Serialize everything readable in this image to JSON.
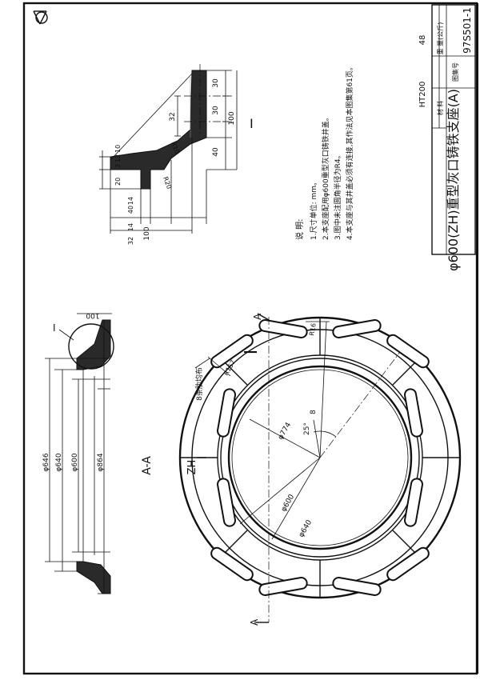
{
  "title_block": {
    "drawing_title": "φ600(ZH)重型灰口铸铁支座(A)",
    "material_label": "材   料",
    "material_value": "HT200",
    "weight_label": "重 量(公斤)",
    "weight_value": "48",
    "atlas_label": "图集号",
    "atlas_number": "97S501-1"
  },
  "notes": {
    "heading": "说  明:",
    "items": [
      "1.尺寸单位: mm。",
      "2.本支座配用φ600重型灰口铸铁井盖。",
      "3.图中未注圆角半径为R4。",
      "4.本支座与其井盖必须有连接,其作法见本图集第61页。"
    ]
  },
  "detail": {
    "label": "I",
    "dims": {
      "d30a": "30",
      "d30b": "30",
      "d40": "40",
      "d100v": "100",
      "d32": "32",
      "r10": "R10",
      "r20": "R20",
      "d20": "20",
      "d3": "3",
      "d12": "12",
      "d10": "10",
      "b40": "40",
      "b14": "14",
      "b32": "32",
      "b14b": "14",
      "b100": "100"
    }
  },
  "section": {
    "label": "A-A",
    "detail_ref": "I",
    "d100": "100",
    "diameters": [
      "φ646",
      "φ640",
      "φ600",
      "φ864"
    ]
  },
  "plan": {
    "rib_note": "8条肋均布",
    "r157": "R157",
    "r16": "R16",
    "d8": "8",
    "angle": "25°",
    "d774": "φ774",
    "d600": "φ600",
    "d640": "φ640",
    "zh": "ZH",
    "a_top": "A",
    "a_bottom": "A"
  }
}
